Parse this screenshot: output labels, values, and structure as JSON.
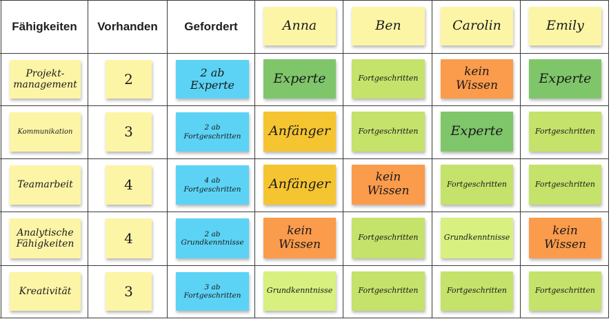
{
  "headers": {
    "skills": "Fähigkeiten",
    "available": "Vorhanden",
    "required": "Gefordert",
    "people": [
      "Anna",
      "Ben",
      "Carolin",
      "Emily"
    ]
  },
  "colors": {
    "yellow": "#fdf5a6",
    "blue": "#5cd3f5",
    "expert": "#7fc66a",
    "advanced": "#c5e26b",
    "basic": "#d7f07f",
    "beginner": "#f5c431",
    "none": "#fb9b4c"
  },
  "rows": [
    {
      "skill": "Projekt-\nmanagement",
      "available": "2",
      "required": "2 ab\nExperte",
      "levels": [
        {
          "text": "Experte",
          "kind": "expert"
        },
        {
          "text": "Fortgeschritten",
          "kind": "advanced"
        },
        {
          "text": "kein\nWissen",
          "kind": "none"
        },
        {
          "text": "Experte",
          "kind": "expert"
        }
      ]
    },
    {
      "skill": "Kommunikation",
      "available": "3",
      "required": "2 ab\nFortgeschritten",
      "levels": [
        {
          "text": "Anfänger",
          "kind": "beginner"
        },
        {
          "text": "Fortgeschritten",
          "kind": "advanced"
        },
        {
          "text": "Experte",
          "kind": "expert"
        },
        {
          "text": "Fortgeschritten",
          "kind": "advanced"
        }
      ]
    },
    {
      "skill": "Teamarbeit",
      "available": "4",
      "required": "4 ab\nFortgeschritten",
      "levels": [
        {
          "text": "Anfänger",
          "kind": "beginner"
        },
        {
          "text": "kein\nWissen",
          "kind": "none"
        },
        {
          "text": "Fortgeschritten",
          "kind": "advanced"
        },
        {
          "text": "Fortgeschritten",
          "kind": "advanced"
        }
      ]
    },
    {
      "skill": "Analytische\nFähigkeiten",
      "available": "4",
      "required": "2 ab\nGrundkenntnisse",
      "levels": [
        {
          "text": "kein\nWissen",
          "kind": "none"
        },
        {
          "text": "Fortgeschritten",
          "kind": "advanced"
        },
        {
          "text": "Grundkenntnisse",
          "kind": "basic"
        },
        {
          "text": "kein\nWissen",
          "kind": "none"
        }
      ]
    },
    {
      "skill": "Kreativität",
      "available": "3",
      "required": "3 ab\nFortgeschritten",
      "levels": [
        {
          "text": "Grundkenntnisse",
          "kind": "basic"
        },
        {
          "text": "Fortgeschritten",
          "kind": "advanced"
        },
        {
          "text": "Fortgeschritten",
          "kind": "advanced"
        },
        {
          "text": "Fortgeschritten",
          "kind": "advanced"
        }
      ]
    }
  ]
}
